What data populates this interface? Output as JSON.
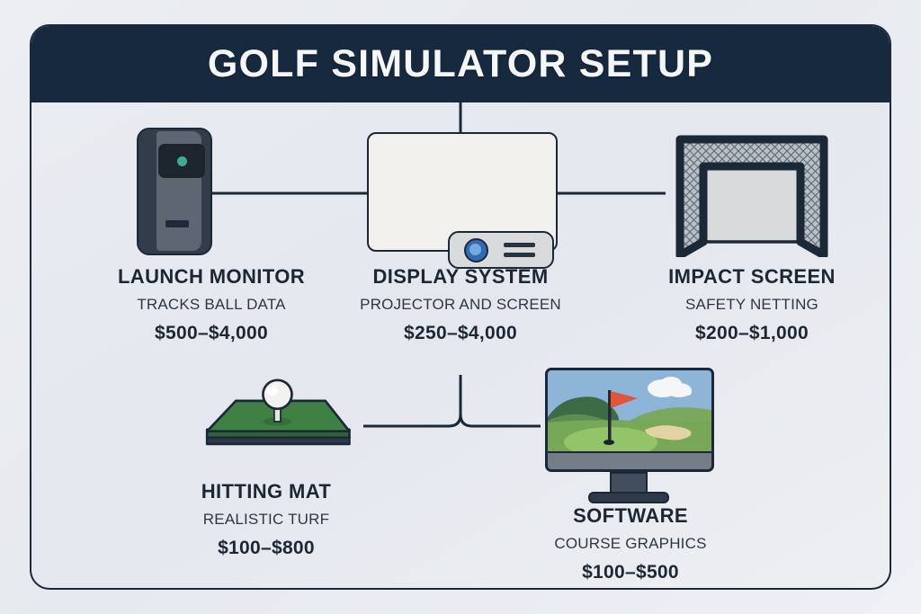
{
  "header": {
    "title": "GOLF SIMULATOR SETUP"
  },
  "colors": {
    "header_bg": "#17293f",
    "card_border": "#1b2838",
    "page_bg": "#eceef2",
    "text_dark": "#1d2733",
    "accent_teal": "#3cab95",
    "accent_blue": "#2f6cb5",
    "turf_green": "#3f8043",
    "flag_red": "#e2533a",
    "sky_blue": "#8cb5d8",
    "sand_tan": "#e3d3a4"
  },
  "nodes": [
    {
      "id": "launch-monitor",
      "title": "LAUNCH MONITOR",
      "subtitle": "TRACKS BALL DATA",
      "price": "$500–$4,000",
      "icon": "launch-monitor-icon"
    },
    {
      "id": "display-system",
      "title": "DISPLAY SYSTEM",
      "subtitle": "PROJECTOR AND SCREEN",
      "price": "$250–$4,000",
      "icon": "projector-screen-icon"
    },
    {
      "id": "impact-screen",
      "title": "IMPACT SCREEN",
      "subtitle": "SAFETY NETTING",
      "price": "$200–$1,000",
      "icon": "impact-net-icon"
    },
    {
      "id": "hitting-mat",
      "title": "HITTING MAT",
      "subtitle": "REALISTIC TURF",
      "price": "$100–$800",
      "icon": "hitting-mat-icon"
    },
    {
      "id": "software",
      "title": "SOFTWARE",
      "subtitle": "COURSE GRAPHICS",
      "price": "$100–$500",
      "icon": "monitor-course-icon"
    }
  ]
}
